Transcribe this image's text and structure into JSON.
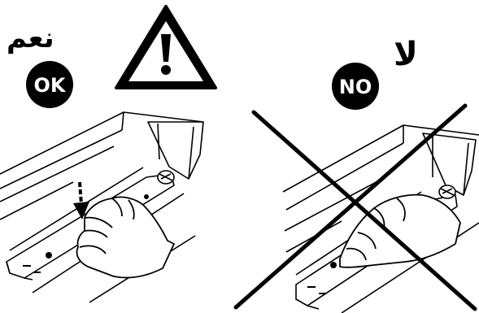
{
  "ok_panel": {
    "badge_text": "OK",
    "arabic_text": "نعم",
    "icon": "warning-triangle-icon",
    "arrow_icon": "down-arrow-icon"
  },
  "no_panel": {
    "badge_text": "NO",
    "arabic_text": "لا",
    "cross_icon": "x-cross-icon"
  },
  "colors": {
    "ink": "#000000",
    "paper": "#ffffff"
  }
}
